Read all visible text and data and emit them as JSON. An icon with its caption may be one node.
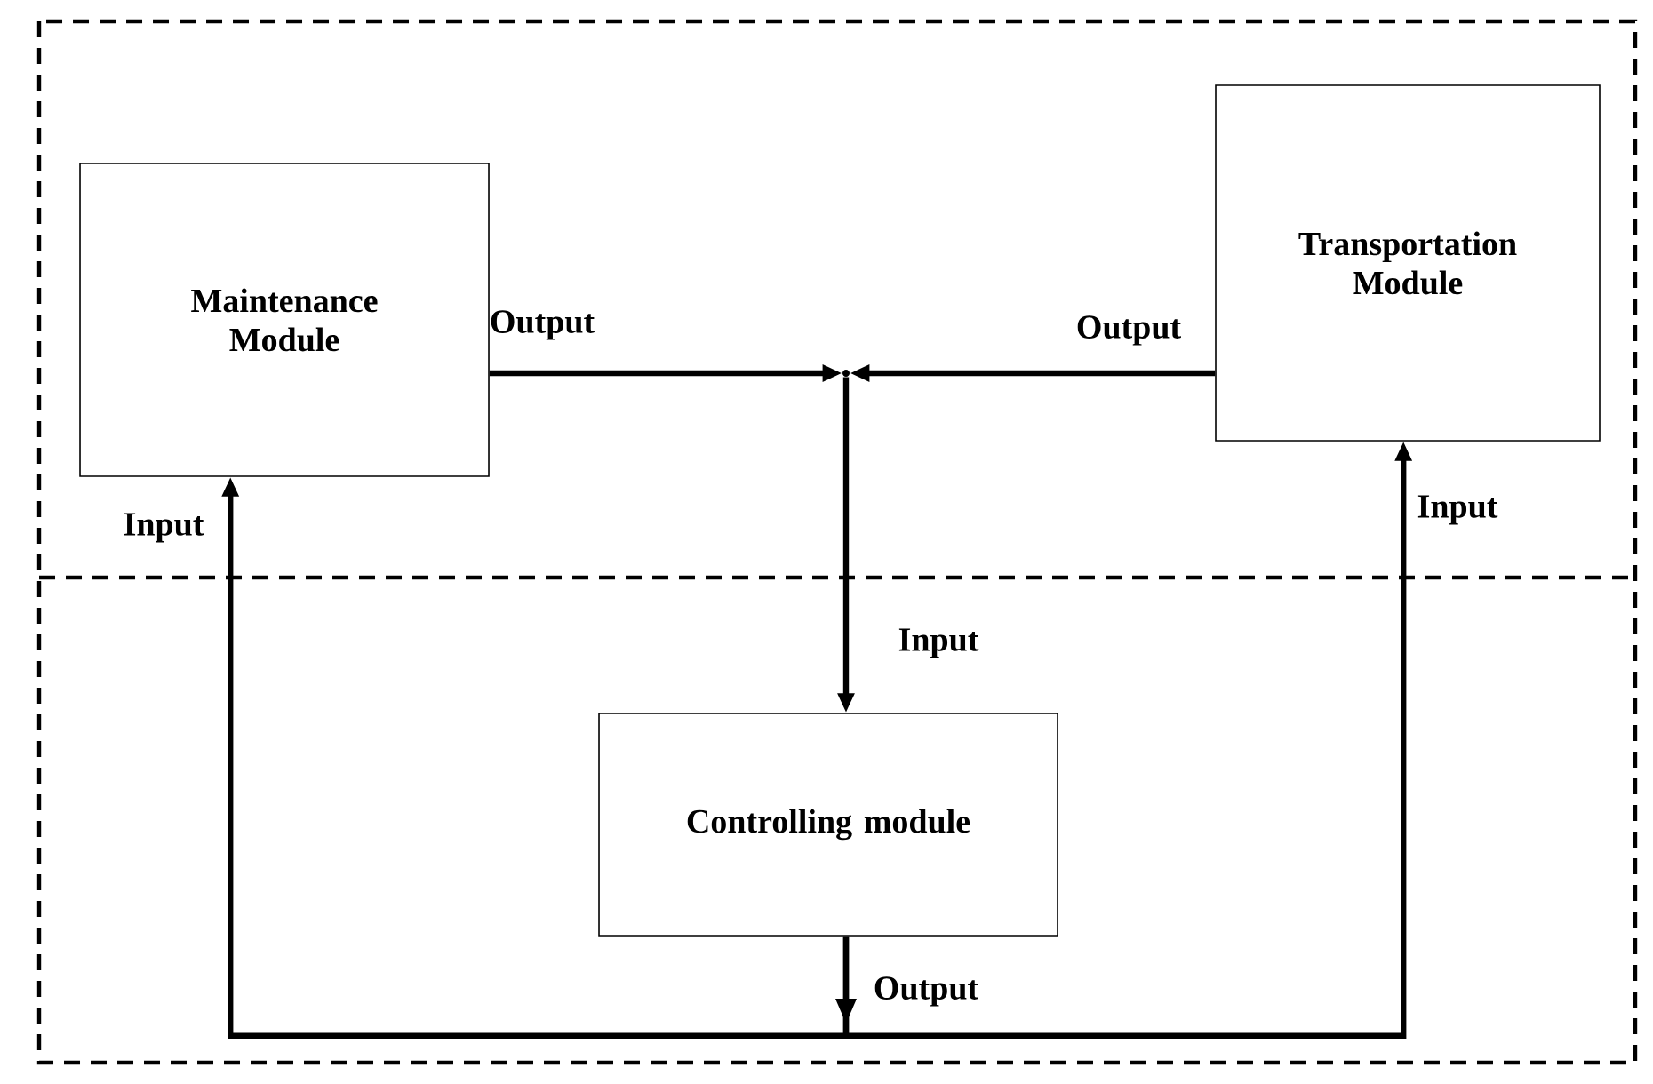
{
  "diagram": {
    "nodes": [
      {
        "text": [
          "Maintenance Module"
        ]
      },
      {
        "text": [
          "Transportation Module"
        ]
      },
      {
        "text": [
          "Controlling module"
        ]
      },
      {
        "text": [],
        "shape": "point"
      }
    ],
    "edges": [
      {
        "from": 0,
        "to": 3,
        "arrow": "to",
        "label": "Output"
      },
      {
        "from": 1,
        "to": 3,
        "arrow": "to",
        "label": "Output"
      },
      {
        "from": 3,
        "to": 2,
        "arrow": "to",
        "label": "Input"
      },
      {
        "from": 2,
        "to": 0,
        "arrow": "to",
        "label": "Input"
      },
      {
        "from": 2,
        "to": 1,
        "arrow": "to",
        "label": "Input"
      }
    ],
    "labels": [
      "Output"
    ]
  }
}
